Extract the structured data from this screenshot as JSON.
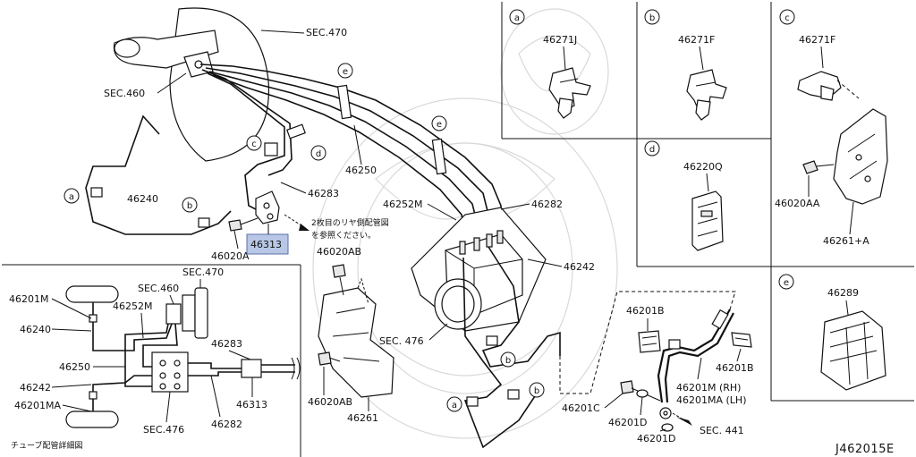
{
  "diagram": {
    "code": "J462015E",
    "highlighted_part": "46313",
    "labels": {
      "sec470_top": "SEC.470",
      "sec460_top": "SEC.460",
      "sec476_main": "SEC. 476",
      "sec441": "SEC. 441",
      "p46240": "46240",
      "p46250": "46250",
      "p46283": "46283",
      "p46252M": "46252M",
      "p46282": "46282",
      "p46242": "46242",
      "p46313": "46313",
      "p46020A": "46020A",
      "p46020AB_top": "46020AB",
      "p46020AB_bot": "46020AB",
      "p46261": "46261",
      "p46201B_top": "46201B",
      "p46201B_right": "46201B",
      "p46201M": "46201M (RH)",
      "p46201MA": "46201MA (LH)",
      "p46201C": "46201C",
      "p46201D_a": "46201D",
      "p46201D_b": "46201D",
      "note_line1": "2枚目のリヤ側配管図",
      "note_line2": "を参照ください。"
    },
    "tags": {
      "a": "a",
      "b": "b",
      "c": "c",
      "d": "d",
      "e": "e"
    },
    "panels": {
      "a": {
        "tag": "a",
        "part": "46271J"
      },
      "b": {
        "tag": "b",
        "part": "46271F"
      },
      "c": {
        "tag": "c",
        "part": "46271F",
        "bolt": "46020AA",
        "bracket": "46261+A"
      },
      "d": {
        "tag": "d",
        "part": "46220Q"
      },
      "e": {
        "tag": "e",
        "part": "46289"
      }
    },
    "detail": {
      "caption": "チューブ配管詳細図",
      "labels": {
        "sec470": "SEC.470",
        "sec460": "SEC.460",
        "p46201M": "46201M",
        "p46252M": "46252M",
        "p46240": "46240",
        "p46283": "46283",
        "p46250": "46250",
        "p46242": "46242",
        "p46313": "46313",
        "p46201MA": "46201MA",
        "p46282": "46282",
        "sec476": "SEC.476"
      }
    }
  }
}
